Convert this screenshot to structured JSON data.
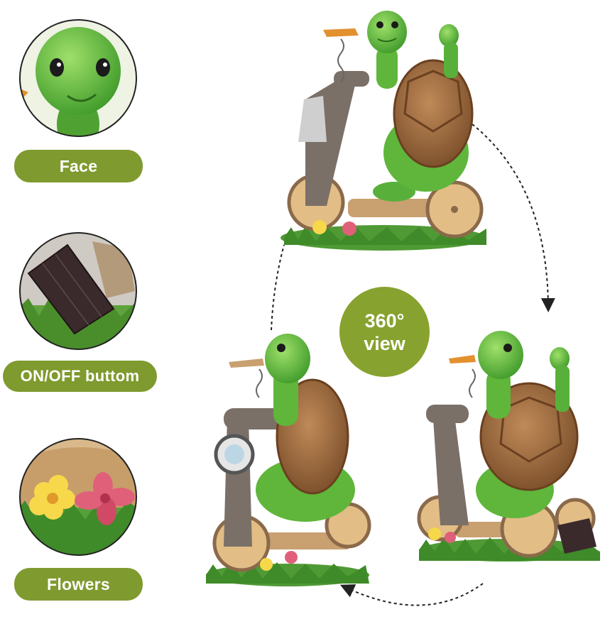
{
  "labels": {
    "face": "Face",
    "on_off": "ON/OFF buttom",
    "flowers": "Flowers"
  },
  "badge": {
    "line1": "360°",
    "line2": "view"
  },
  "colors": {
    "accent_green": "#7f9a2e",
    "turtle_green": "#5fb63a",
    "shell_brown": "#9a6a3f",
    "wood": "#e2bd86",
    "grass": "#4f9a34",
    "solar_panel": "#3a2a2c"
  }
}
